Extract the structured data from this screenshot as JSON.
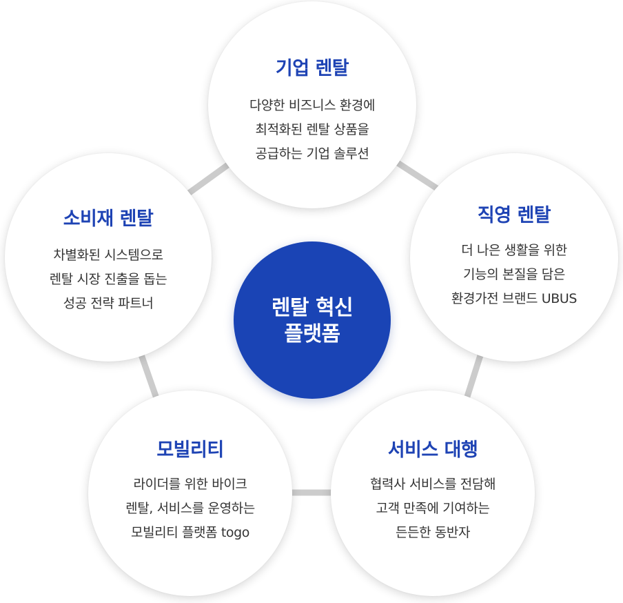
{
  "colors": {
    "accent": "#1e43b4",
    "text": "#333333",
    "connector": "#cccccc",
    "center_fill": "#1a44b5"
  },
  "center": {
    "line1": "렌탈 혁신",
    "line2": "플랫폼"
  },
  "nodes": {
    "corporate": {
      "title": "기업 렌탈",
      "desc": [
        "다양한 비즈니스 환경에",
        "최적화된 렌탈 상품을",
        "공급하는 기업 솔루션"
      ]
    },
    "direct": {
      "title": "직영 렌탈",
      "desc": [
        "더 나은 생활을 위한",
        "기능의 본질을 담은",
        "환경가전 브랜드 UBUS"
      ]
    },
    "service": {
      "title": "서비스 대행",
      "desc": [
        "협력사 서비스를 전담해",
        "고객 만족에 기여하는",
        "든든한 동반자"
      ]
    },
    "mobility": {
      "title": "모빌리티",
      "desc": [
        "라이더를 위한 바이크",
        "렌탈, 서비스를 운영하는",
        "모빌리티 플랫폼 togo"
      ]
    },
    "consumer": {
      "title": "소비재 렌탈",
      "desc": [
        "차별화된 시스템으로",
        "렌탈 시장 진출을 돕는",
        "성공 전략 파트너"
      ]
    }
  }
}
